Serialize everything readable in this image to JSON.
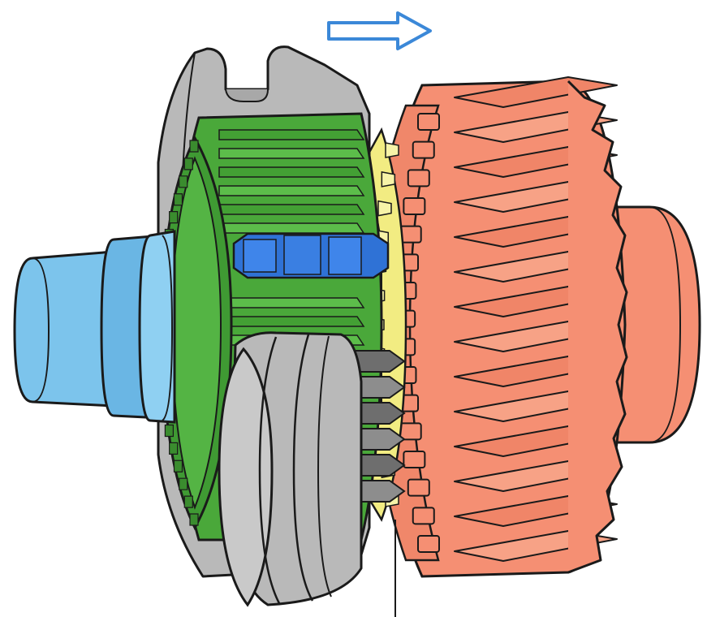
{
  "diagram": {
    "subject": "synchronizer",
    "direction_arrow": "right-arrow-icon",
    "parts": [
      {
        "id": "shaft",
        "color": "#7cc4ec"
      },
      {
        "id": "synchro-hub",
        "color": "#4aa83a"
      },
      {
        "id": "shift-sleeve",
        "color": "#b9b9b9"
      },
      {
        "id": "shifting-key",
        "color": "#2f72d6"
      },
      {
        "id": "blocking-ring",
        "color": "#f2ec82"
      },
      {
        "id": "sleeve-teeth",
        "color": "#7a7a7a"
      },
      {
        "id": "gear-dog-teeth",
        "color": "#f0876a"
      },
      {
        "id": "helical-gear",
        "color": "#f58f73"
      },
      {
        "id": "gear-hub",
        "color": "#f58f73"
      }
    ],
    "outline_color": "#1a1a1a",
    "arrow_color": "#3b88d8"
  }
}
